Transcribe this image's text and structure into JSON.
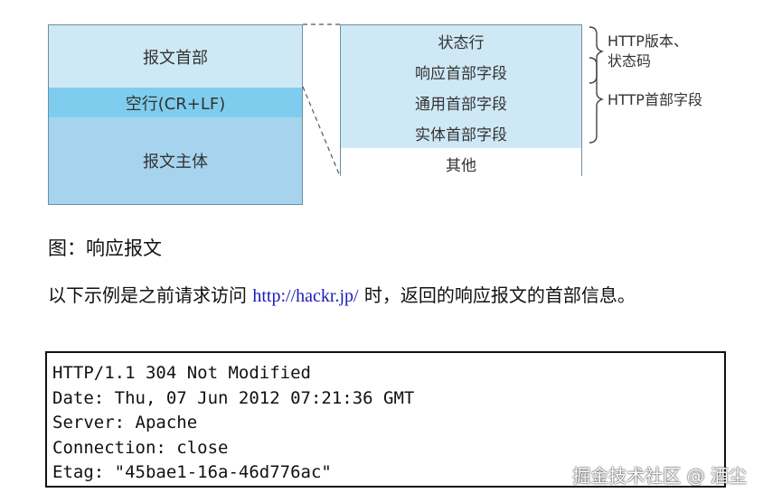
{
  "diagram": {
    "left_blocks": {
      "header": "报文首部",
      "blank_line": "空行(CR+LF)",
      "body": "报文主体"
    },
    "right_cells": [
      "状态行",
      "响应首部字段",
      "通用首部字段",
      "实体首部字段",
      "其他"
    ],
    "brace_labels": {
      "top_line1": "HTTP版本、",
      "top_line2": "状态码",
      "bottom": "HTTP首部字段"
    }
  },
  "caption": "图：响应报文",
  "paragraph": {
    "before": "以下示例是之前请求访问 ",
    "link": "http://hackr.jp/",
    "after": " 时，返回的响应报文的首部信息。"
  },
  "code_lines": [
    "HTTP/1.1 304 Not Modified",
    "Date: Thu, 07 Jun 2012 07:21:36 GMT",
    "Server: Apache",
    "Connection: close",
    "Etag: \"45bae1-16a-46d776ac\""
  ],
  "watermark": "掘金技术社区 @ 酒尘"
}
